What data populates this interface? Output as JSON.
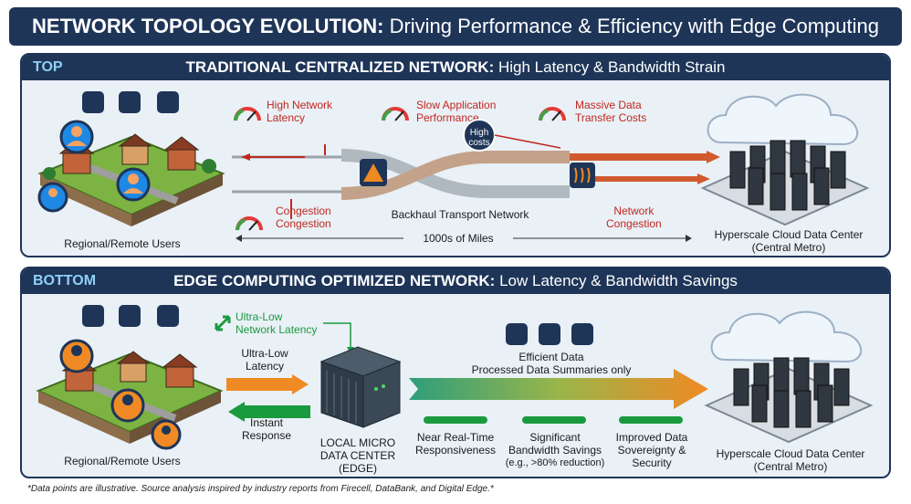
{
  "banner": {
    "bold": "NETWORK TOPOLOGY EVOLUTION:",
    "rest": " Driving Performance & Efficiency with Edge Computing"
  },
  "top": {
    "tag": "TOP",
    "title_bold": "TRADITIONAL CENTRALIZED NETWORK:",
    "title_rest": " High Latency & Bandwidth Strain",
    "users_label": "Regional/Remote Users",
    "high_latency": [
      "High Network",
      "Latency"
    ],
    "slow_perf": [
      "Slow Application",
      "Performance"
    ],
    "massive_costs": [
      "Massive Data",
      "Transfer Costs"
    ],
    "high_costs_bubble": [
      "High",
      "costs"
    ],
    "congestion": [
      "Congestion",
      "Congestion"
    ],
    "backhaul": "Backhaul Transport Network",
    "net_congestion": [
      "Network",
      "Congestion"
    ],
    "miles": "1000s of Miles",
    "dc_label": [
      "Hyperscale Cloud Data Center",
      "(Central Metro)"
    ]
  },
  "bottom": {
    "tag": "BOTTOM",
    "title_bold": "EDGE COMPUTING OPTIMIZED NETWORK:",
    "title_rest": " Low Latency & Bandwidth Savings",
    "users_label": "Regional/Remote Users",
    "ultra_low_green": [
      "Ultra-Low",
      "Network Latency"
    ],
    "ultra_low": [
      "Ultra-Low",
      "Latency"
    ],
    "instant": [
      "Instant",
      "Response"
    ],
    "micro_dc": [
      "LOCAL MICRO",
      "DATA CENTER",
      "(EDGE)"
    ],
    "efficient": [
      "Efficient Data",
      "Processed Data Summaries only"
    ],
    "benefit1": [
      "Near Real-Time",
      "Responsiveness"
    ],
    "benefit2": [
      "Significant",
      "Bandwidth Savings",
      "(e.g., >80% reduction)"
    ],
    "benefit3": [
      "Improved Data",
      "Sovereignty &",
      "Security"
    ],
    "dc_label": [
      "Hyperscale Cloud Data Center",
      "(Central Metro)"
    ]
  },
  "footnote": "*Data points are illustrative. Source analysis inspired by industry reports from Firecell, DataBank, and Digital Edge.*",
  "colors": {
    "navy": "#1e3558",
    "red": "#c0281e",
    "green": "#1a9a3e",
    "orange": "#f08a24",
    "panel": "#e9f0f6"
  }
}
